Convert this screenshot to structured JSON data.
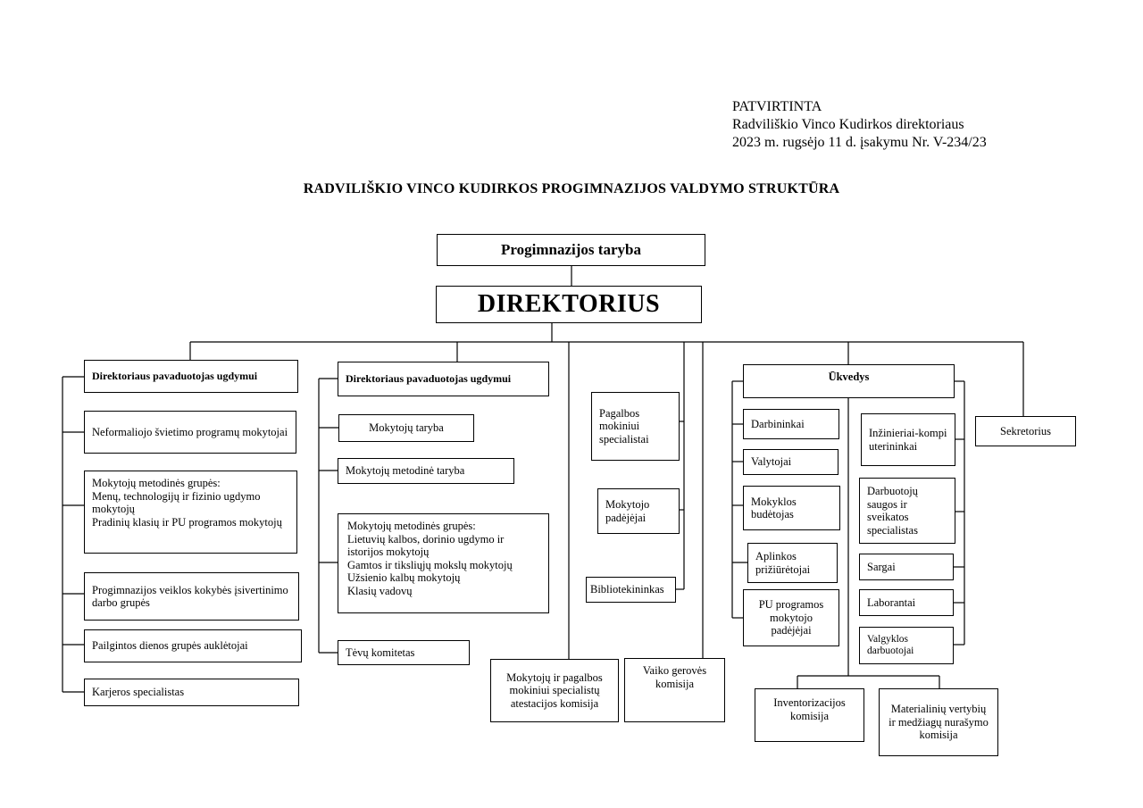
{
  "approval": {
    "line1": "PATVIRTINTA",
    "line2": "Radviliškio Vinco Kudirkos direktoriaus",
    "line3": "2023 m. rugsėjo 11 d. įsakymu Nr. V-234/23"
  },
  "title": "RADVILIŠKIO VINCO KUDIRKOS PROGIMNAZIJOS VALDYMO STRUKTŪRA",
  "top": {
    "council": "Progimnazijos taryba",
    "director": "DIREKTORIUS"
  },
  "deputy1": {
    "title": "Direktoriaus pavaduotojas ugdymui",
    "items": [
      "Neformaliojo švietimo programų mokytojai",
      "Mokytojų metodinės grupės:\n   Menų, technologijų ir fizinio ugdymo mokytojų\n   Pradinių klasių ir PU programos mokytojų",
      "Progimnazijos veiklos kokybės įsivertinimo darbo grupės",
      "Pailgintos dienos grupės auklėtojai",
      "Karjeros specialistas"
    ]
  },
  "deputy2": {
    "title": "Direktoriaus pavaduotojas ugdymui",
    "items": [
      "Mokytojų taryba",
      "Mokytojų metodinė taryba",
      "Mokytojų metodinės grupės:\n   Lietuvių kalbos, dorinio ugdymo ir istorijos mokytojų\n   Gamtos ir tiksliųjų mokslų mokytojų\n   Užsienio kalbų mokytojų\n   Klasių vadovų",
      "Tėvų komitetas"
    ]
  },
  "support": {
    "specialists": "Pagalbos mokiniui specialistai",
    "assistants": "Mokytojo padėjėjai",
    "librarian": "Bibliotekininkas",
    "attestation": "Mokytojų ir pagalbos mokiniui specialistų atestacijos  komisija",
    "welfare": "Vaiko gerovės komisija"
  },
  "ukvedys": {
    "title": "Ūkvedys",
    "left": [
      "Darbininkai",
      "Valytojai",
      "Mokyklos budėtojas",
      "Aplinkos prižiūrėtojai",
      "PU programos mokytojo padėjėjai"
    ],
    "right": [
      "Inžinieriai-kompiuterininkai",
      "Darbuotojų saugos ir sveikatos specialistas",
      "Sargai",
      "Laborantai",
      "Valgyklos darbuotojai"
    ],
    "inventory": "Inventorizacijos komisija",
    "writeoff": "Materialinių vertybių ir medžiagų nurašymo komisija"
  },
  "secretary": "Sekretorius"
}
